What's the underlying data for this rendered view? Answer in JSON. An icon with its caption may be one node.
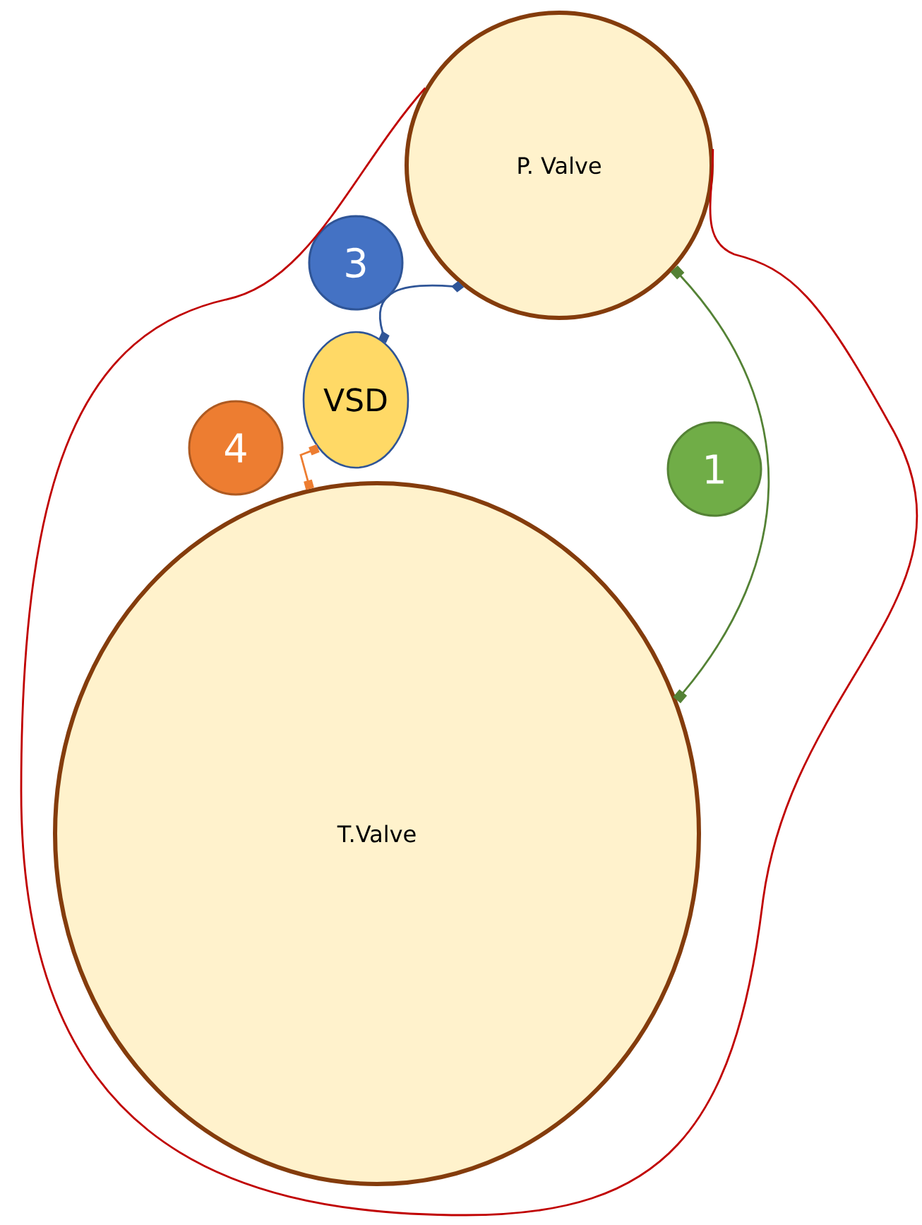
{
  "diagram": {
    "nodes": [
      {
        "text": [
          "P. Valve"
        ]
      },
      {
        "text": [
          "T.Valve"
        ]
      },
      {
        "text": [
          "VSD"
        ]
      },
      {
        "text": [
          "3"
        ]
      },
      {
        "text": [
          "1"
        ]
      },
      {
        "text": [
          "4"
        ]
      }
    ],
    "edges": [
      {
        "from": 0,
        "to": 1,
        "arrow": "other",
        "color": "#548235"
      },
      {
        "from": 2,
        "to": 0,
        "arrow": "other",
        "color": "#2f5597"
      },
      {
        "from": 2,
        "to": 1,
        "arrow": "other",
        "color": "#ed7d31"
      },
      {
        "from": 0,
        "to": 0,
        "arrow": "none",
        "color": "#c00000"
      }
    ]
  }
}
